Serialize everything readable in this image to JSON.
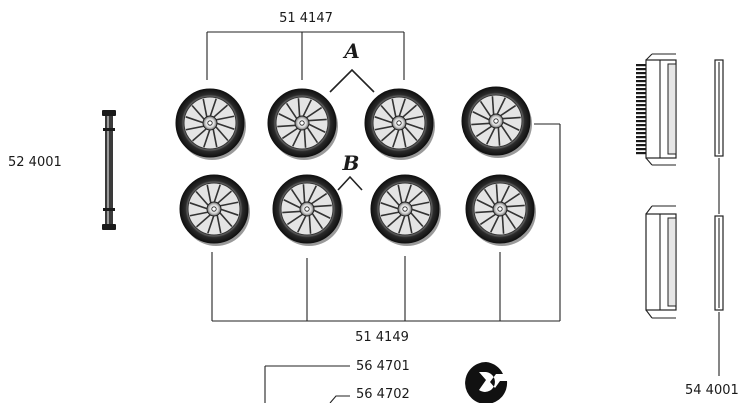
{
  "labels": {
    "top_wheelset": "51 4147",
    "axle": "52 4001",
    "bottom_wheelset": "51 4149",
    "part_a": "56 4701",
    "part_b": "56 4702",
    "right_part": "54 4001"
  },
  "markers": {
    "upper_group": "A",
    "lower_group": "B"
  },
  "colors": {
    "ink": "#1a1a1a",
    "tire": "#2a2a2a",
    "tire_shadow": "#8a8a8a",
    "paper": "#ffffff"
  },
  "icons": {
    "wheel": "spoked-wheel-icon",
    "clip": "c-clip-icon",
    "axle": "axle-icon"
  }
}
